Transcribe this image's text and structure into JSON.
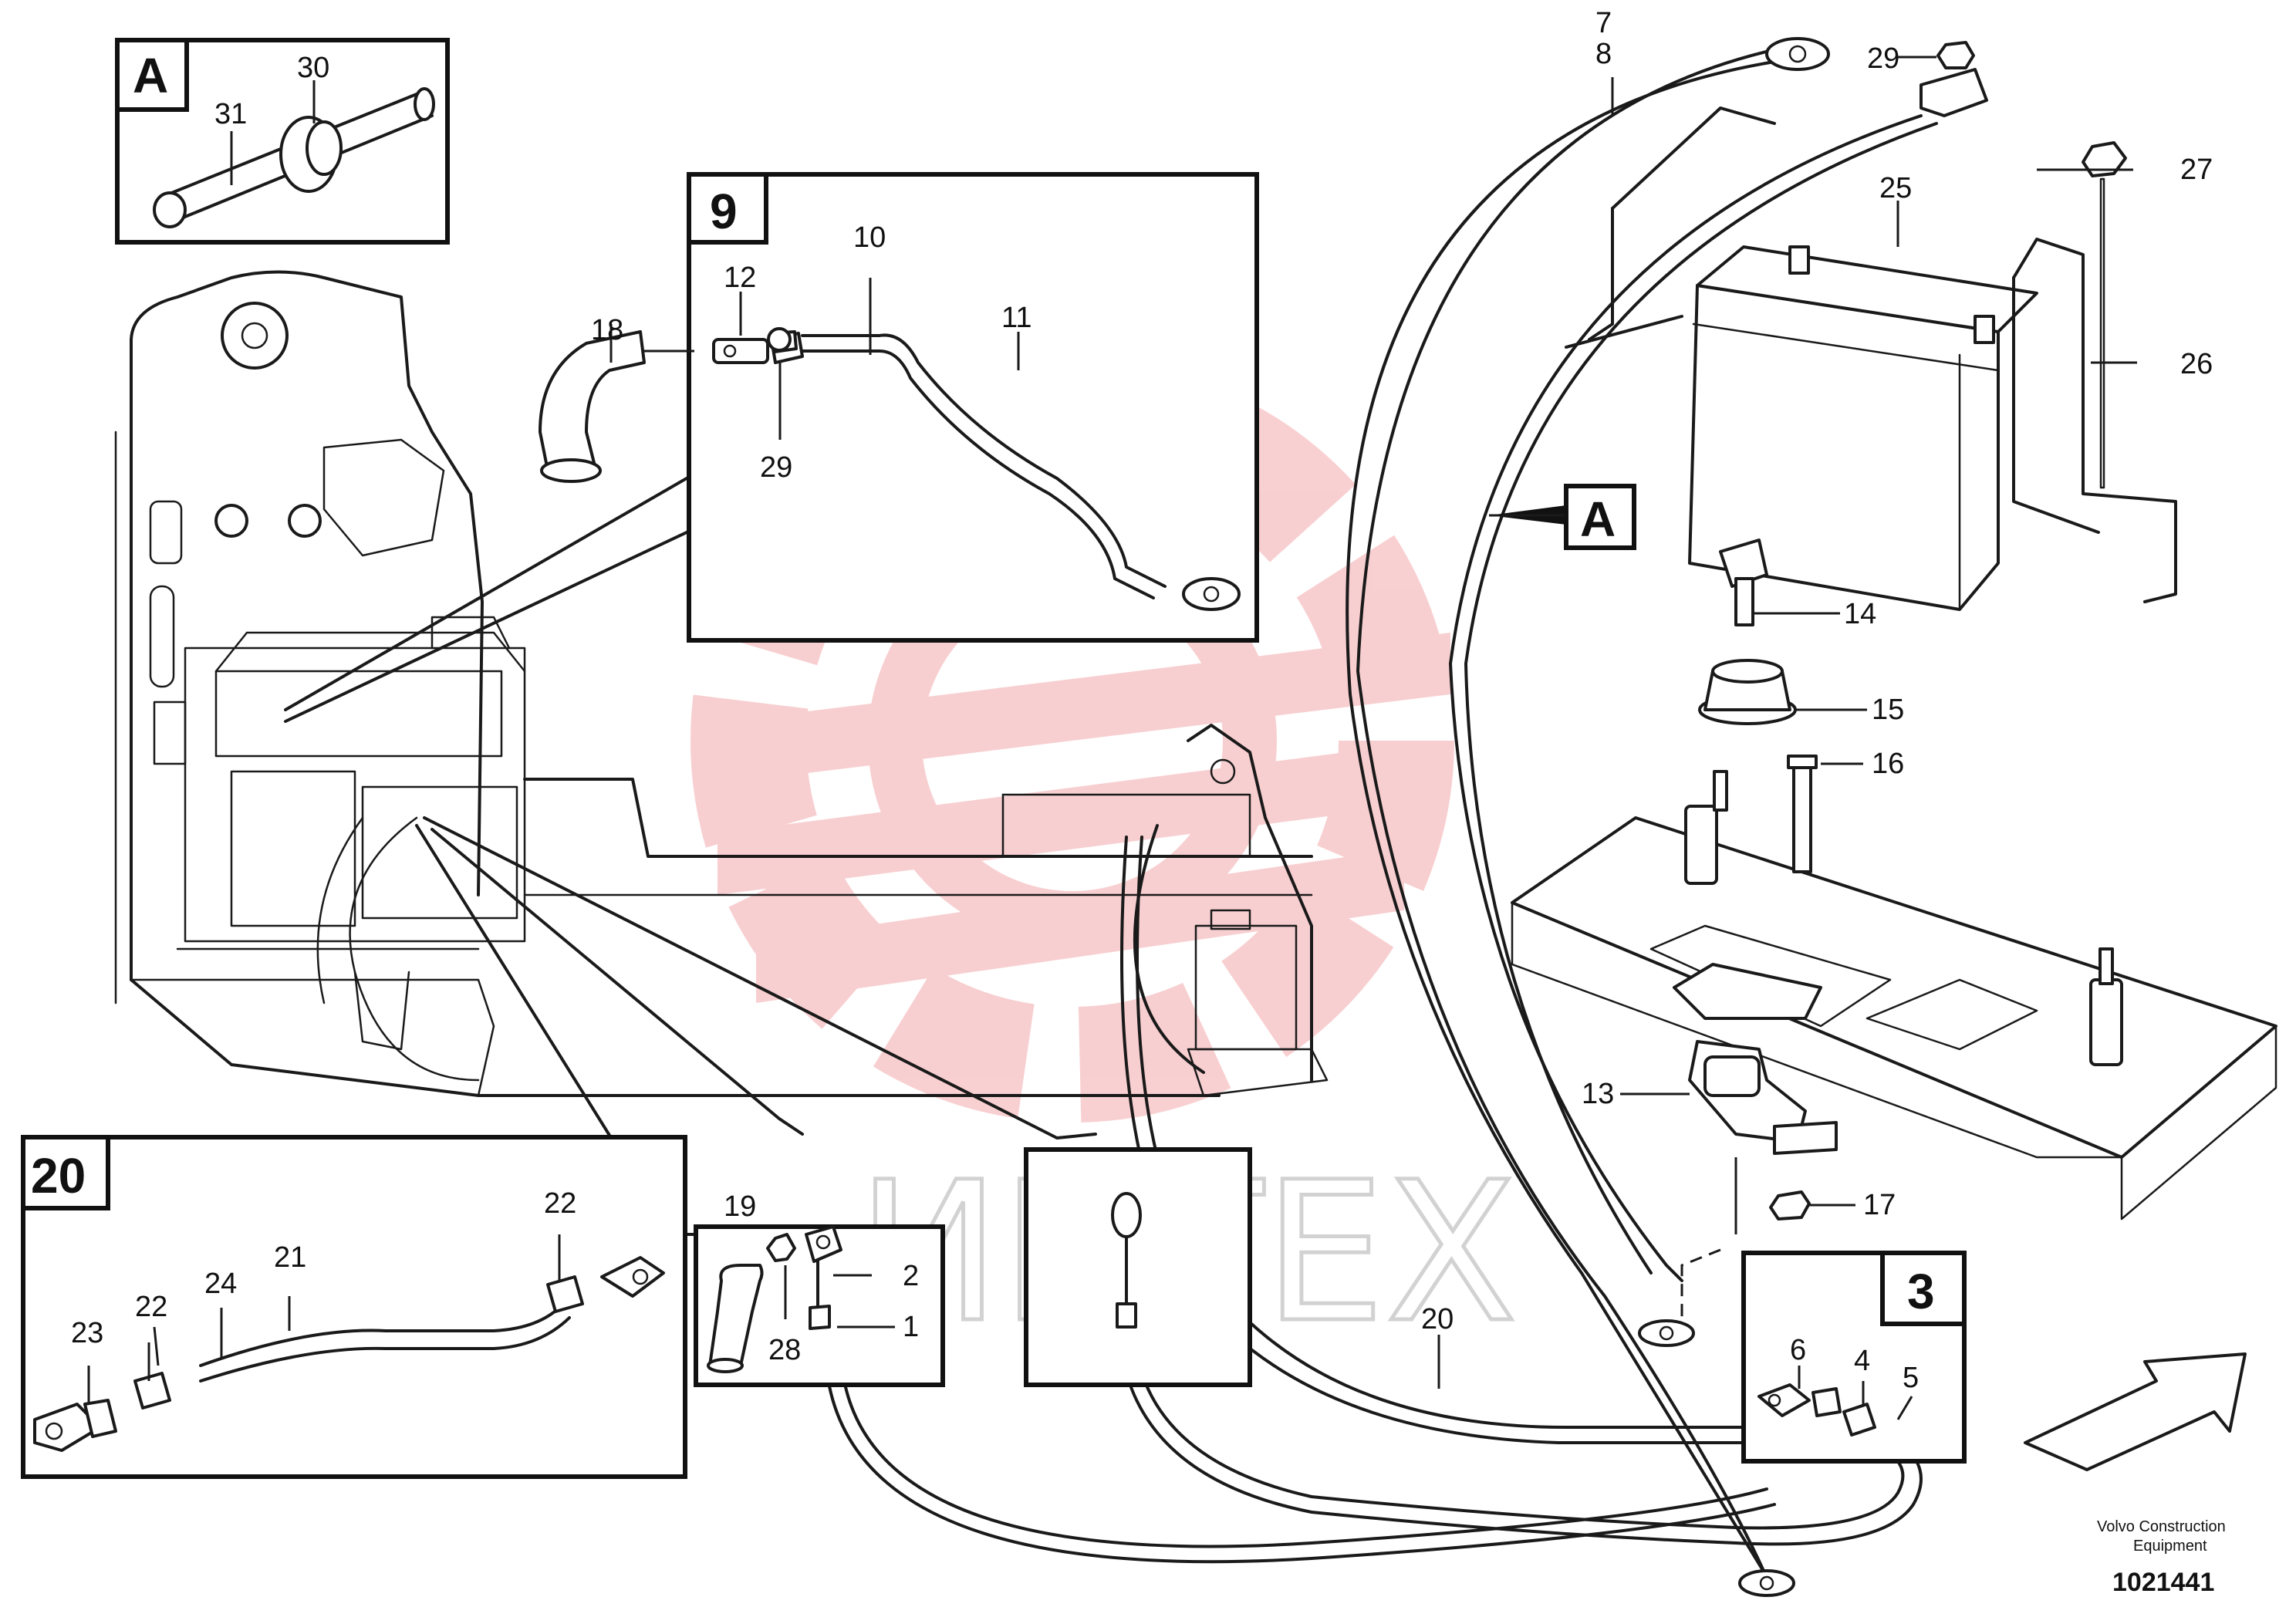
{
  "watermark": {
    "text": "ИНТЕХ",
    "color": "#e0141e"
  },
  "callouts": {
    "c1": "1",
    "c2": "2",
    "c4": "4",
    "c5": "5",
    "c6": "6",
    "c7": "7",
    "c8": "8",
    "c10": "10",
    "c11": "11",
    "c12": "12",
    "c13": "13",
    "c14": "14",
    "c15": "15",
    "c16": "16",
    "c17": "17",
    "c18": "18",
    "c19": "19",
    "c20": "20",
    "c21": "21",
    "c22a": "22",
    "c22b": "22",
    "c23": "23",
    "c24": "24",
    "c25": "25",
    "c26": "26",
    "c27": "27",
    "c28": "28",
    "c29a": "29",
    "c29b": "29",
    "c30": "30",
    "c31": "31"
  },
  "detail_boxes": {
    "box_a": "A",
    "box_9": "9",
    "box_20": "20",
    "box_3": "3",
    "view_arrow": "A"
  },
  "footer": {
    "brand_line1": "Volvo Construction",
    "brand_line2": "Equipment",
    "drawing_number": "1021441"
  }
}
